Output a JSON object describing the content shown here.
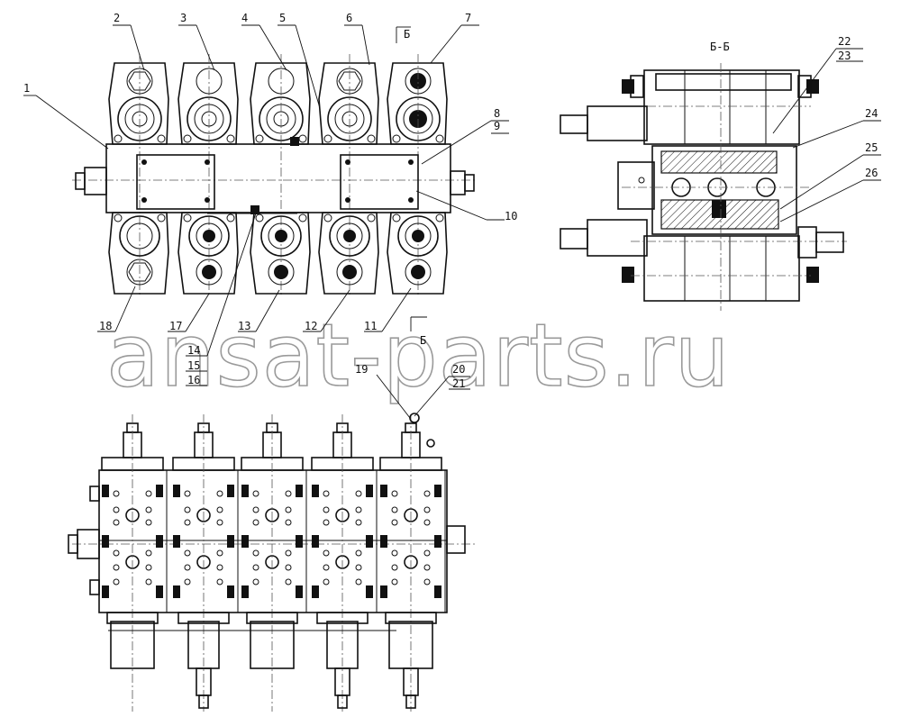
{
  "watermark": "ansat-parts.ru",
  "section_title": "Б-Б",
  "section_marks": [
    "Б",
    "Б"
  ],
  "callouts": [
    "1",
    "2",
    "3",
    "4",
    "5",
    "6",
    "7",
    "8",
    "9",
    "10",
    "11",
    "12",
    "13",
    "14",
    "15",
    "16",
    "17",
    "18",
    "19",
    "20",
    "21",
    "22",
    "23",
    "24",
    "25",
    "26"
  ]
}
